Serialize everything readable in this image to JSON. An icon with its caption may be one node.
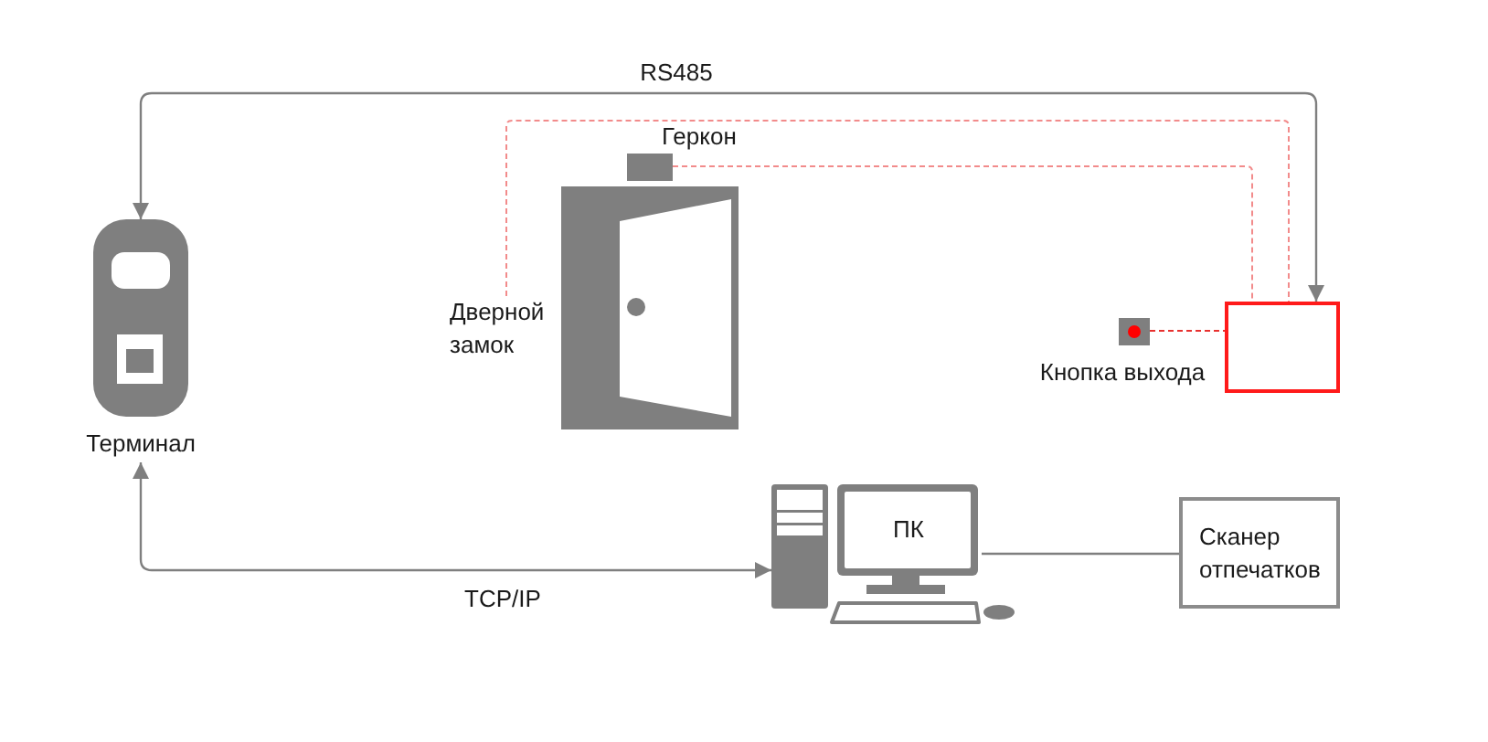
{
  "diagram": {
    "nodes": [
      {
        "text": [
          "Терминал"
        ]
      },
      {
        "text": [
          "Дверной замок"
        ]
      },
      {
        "text": [
          "Геркон"
        ]
      },
      {
        "text": [
          "Кнопка выхода"
        ]
      },
      {
        "text": [],
        "shape": "box"
      },
      {
        "text": [
          "ПК"
        ]
      },
      {
        "text": [
          "Сканер отпечатков"
        ]
      }
    ],
    "edges": [
      {
        "from": 0,
        "to": 4,
        "arrow": "both",
        "label": "RS485"
      },
      {
        "from": 0,
        "to": 5,
        "arrow": "both",
        "label": "TCP/IP"
      },
      {
        "from": 1,
        "to": 4,
        "arrow": "none",
        "style": "dashed",
        "color": "#f28b8b"
      },
      {
        "from": 2,
        "to": 4,
        "arrow": "none",
        "style": "dashed",
        "color": "#f28b8b"
      },
      {
        "from": 3,
        "to": 4,
        "arrow": "none",
        "style": "dashed",
        "color": "#e8312f"
      },
      {
        "from": 5,
        "to": 6,
        "arrow": "none"
      }
    ]
  }
}
